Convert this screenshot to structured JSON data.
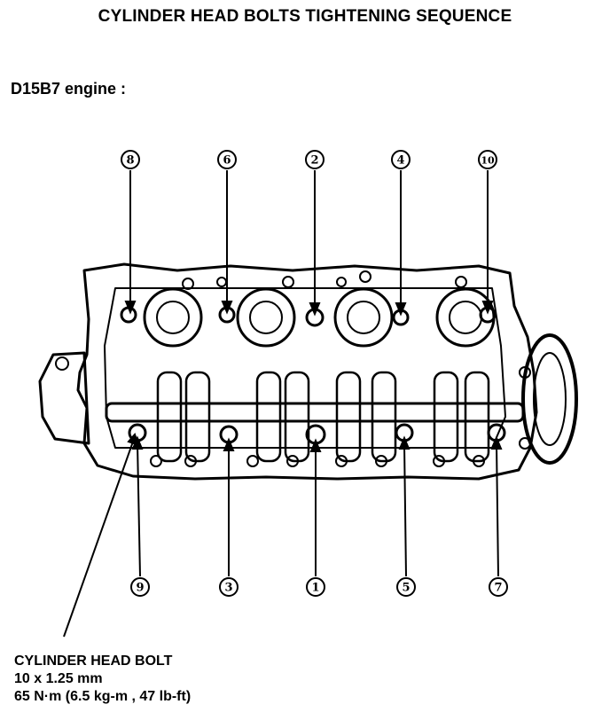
{
  "title": "CYLINDER HEAD BOLTS TIGHTENING SEQUENCE",
  "subtitle": "D15B7 engine :",
  "sequence_numbers": {
    "top": [
      "8",
      "6",
      "2",
      "4",
      "10"
    ],
    "bottom": [
      "9",
      "3",
      "1",
      "5",
      "7"
    ]
  },
  "spec": {
    "name": "CYLINDER HEAD BOLT",
    "size": "10 x 1.25 mm",
    "torque": "65 N·m (6.5 kg-m , 47 lb-ft)"
  }
}
